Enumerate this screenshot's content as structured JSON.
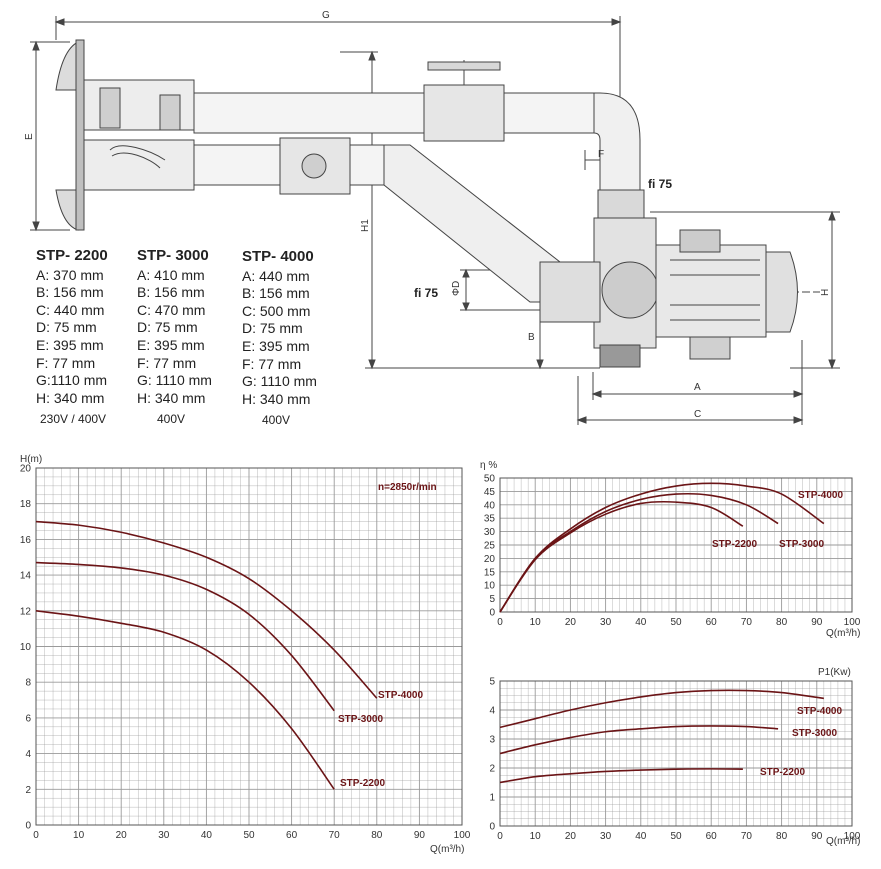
{
  "drawing": {
    "dim_labels": {
      "G": "G",
      "E": "E",
      "H1": "H1",
      "F": "F",
      "D": "ΦD",
      "B": "B",
      "H": "H",
      "A": "A",
      "C": "C"
    },
    "pipe_labels": {
      "fi_top": "fi 75",
      "fi_left": "fi 75"
    }
  },
  "specs": [
    {
      "model": "STP- 2200",
      "rows": [
        "A: 370 mm",
        "B: 156 mm",
        "C: 440 mm",
        "D: 75 mm",
        "E: 395 mm",
        "F: 77 mm",
        "G:1110 mm",
        "H: 340 mm"
      ],
      "voltage": "230V / 400V"
    },
    {
      "model": "STP- 3000",
      "rows": [
        "A: 410 mm",
        "B: 156 mm",
        "C: 470 mm",
        "D: 75 mm",
        "E: 395 mm",
        "F: 77 mm",
        "G: 1110 mm",
        "H: 340 mm"
      ],
      "voltage": "400V"
    },
    {
      "model": "STP- 4000",
      "rows": [
        "A: 440 mm",
        "B: 156 mm",
        "C: 500 mm",
        "D: 75 mm",
        "E: 395 mm",
        "F: 77 mm",
        "G: 1110 mm",
        "H: 340 mm"
      ],
      "voltage": "400V"
    }
  ],
  "colors": {
    "curve": "#6b1416",
    "grid": "#9a9a9a",
    "line": "#444444"
  },
  "chart_data": [
    {
      "type": "line",
      "ylabel": "H(m)",
      "xlabel": "Q(m³/h)",
      "annotation": "n=2850r/min",
      "xlim": [
        0,
        100
      ],
      "ylim": [
        0,
        20
      ],
      "xticks": [
        "0",
        "10",
        "20",
        "30",
        "40",
        "50",
        "60",
        "70",
        "80",
        "90",
        "100"
      ],
      "yticks": [
        "0",
        "2",
        "4",
        "6",
        "8",
        "10",
        "12",
        "14",
        "16",
        "18",
        "20"
      ],
      "series": [
        {
          "name": "STP-4000",
          "points": [
            [
              0,
              17
            ],
            [
              10,
              16.8
            ],
            [
              20,
              16.4
            ],
            [
              30,
              15.8
            ],
            [
              40,
              15
            ],
            [
              50,
              13.8
            ],
            [
              60,
              12
            ],
            [
              70,
              9.8
            ],
            [
              80,
              7.1
            ]
          ]
        },
        {
          "name": "STP-3000",
          "points": [
            [
              0,
              14.7
            ],
            [
              10,
              14.6
            ],
            [
              20,
              14.4
            ],
            [
              30,
              14
            ],
            [
              40,
              13.2
            ],
            [
              50,
              11.8
            ],
            [
              60,
              9.5
            ],
            [
              70,
              6.4
            ]
          ]
        },
        {
          "name": "STP-2200",
          "points": [
            [
              0,
              12
            ],
            [
              10,
              11.7
            ],
            [
              20,
              11.3
            ],
            [
              30,
              10.8
            ],
            [
              40,
              9.8
            ],
            [
              50,
              8
            ],
            [
              60,
              5.4
            ],
            [
              70,
              2
            ]
          ]
        }
      ]
    },
    {
      "type": "line",
      "ylabel": "η %",
      "xlabel": "Q(m³/h)",
      "xlim": [
        0,
        100
      ],
      "ylim": [
        0,
        50
      ],
      "xticks": [
        "0",
        "10",
        "20",
        "30",
        "40",
        "50",
        "60",
        "70",
        "80",
        "90",
        "100"
      ],
      "yticks": [
        "0",
        "5",
        "10",
        "15",
        "20",
        "25",
        "30",
        "35",
        "40",
        "45",
        "50"
      ],
      "series": [
        {
          "name": "STP-4000",
          "points": [
            [
              0,
              0
            ],
            [
              10,
              20
            ],
            [
              20,
              31
            ],
            [
              30,
              39
            ],
            [
              40,
              44
            ],
            [
              50,
              47
            ],
            [
              60,
              48
            ],
            [
              70,
              47
            ],
            [
              80,
              44
            ],
            [
              92,
              33
            ]
          ]
        },
        {
          "name": "STP-3000",
          "points": [
            [
              0,
              0
            ],
            [
              10,
              20
            ],
            [
              20,
              30
            ],
            [
              30,
              37.5
            ],
            [
              40,
              42
            ],
            [
              50,
              44
            ],
            [
              60,
              43.5
            ],
            [
              70,
              40
            ],
            [
              79,
              33
            ]
          ]
        },
        {
          "name": "STP-2200",
          "points": [
            [
              0,
              0
            ],
            [
              10,
              19.5
            ],
            [
              20,
              29.5
            ],
            [
              30,
              36.5
            ],
            [
              40,
              40.5
            ],
            [
              50,
              41
            ],
            [
              60,
              39
            ],
            [
              69,
              32
            ]
          ]
        }
      ]
    },
    {
      "type": "line",
      "ylabel": "P1(Kw)",
      "xlabel": "Q(m³/h)",
      "xlim": [
        0,
        100
      ],
      "ylim": [
        0,
        5
      ],
      "xticks": [
        "0",
        "10",
        "20",
        "30",
        "40",
        "50",
        "60",
        "70",
        "80",
        "90",
        "100"
      ],
      "yticks": [
        "0",
        "1",
        "2",
        "3",
        "4",
        "5"
      ],
      "series": [
        {
          "name": "STP-4000",
          "points": [
            [
              0,
              3.4
            ],
            [
              10,
              3.7
            ],
            [
              20,
              4
            ],
            [
              30,
              4.25
            ],
            [
              40,
              4.45
            ],
            [
              50,
              4.6
            ],
            [
              60,
              4.67
            ],
            [
              70,
              4.67
            ],
            [
              80,
              4.6
            ],
            [
              92,
              4.4
            ]
          ]
        },
        {
          "name": "STP-3000",
          "points": [
            [
              0,
              2.5
            ],
            [
              10,
              2.8
            ],
            [
              20,
              3.05
            ],
            [
              30,
              3.25
            ],
            [
              40,
              3.35
            ],
            [
              50,
              3.43
            ],
            [
              60,
              3.45
            ],
            [
              70,
              3.43
            ],
            [
              79,
              3.35
            ]
          ]
        },
        {
          "name": "STP-2200",
          "points": [
            [
              0,
              1.5
            ],
            [
              10,
              1.7
            ],
            [
              20,
              1.8
            ],
            [
              30,
              1.88
            ],
            [
              40,
              1.93
            ],
            [
              50,
              1.96
            ],
            [
              60,
              1.97
            ],
            [
              69,
              1.96
            ]
          ]
        }
      ]
    }
  ]
}
